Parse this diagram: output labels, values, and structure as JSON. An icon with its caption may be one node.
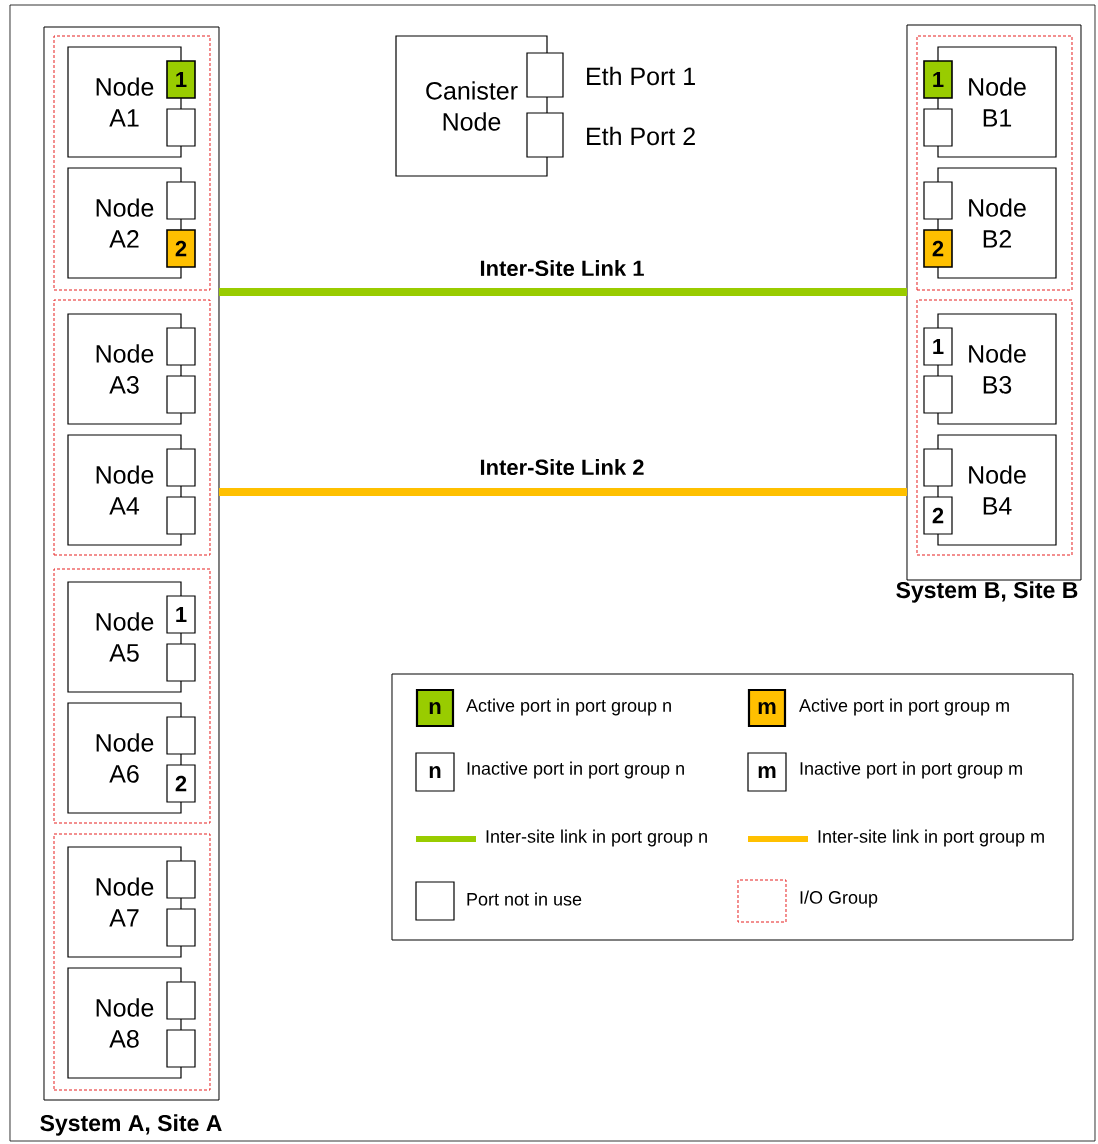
{
  "diagram": {
    "nodes": [
      {
        "text": [
          "System A, Site A"
        ]
      },
      {
        "text": [],
        "shape": "box",
        "in": 0
      },
      {
        "text": [
          "Node A1"
        ],
        "in": 1
      },
      {
        "text": [
          "1"
        ],
        "in": 1
      },
      {
        "text": [],
        "shape": "box",
        "in": 1
      },
      {
        "text": [
          "Node A2"
        ],
        "in": 1
      },
      {
        "text": [],
        "shape": "box",
        "in": 1
      },
      {
        "text": [
          "2"
        ],
        "in": 1
      },
      {
        "text": [],
        "shape": "box",
        "in": 0
      },
      {
        "text": [
          "Node A3"
        ],
        "in": 8
      },
      {
        "text": [],
        "shape": "box",
        "in": 8
      },
      {
        "text": [],
        "shape": "box",
        "in": 8
      },
      {
        "text": [
          "Node A4"
        ],
        "in": 8
      },
      {
        "text": [],
        "shape": "box",
        "in": 8
      },
      {
        "text": [],
        "shape": "box",
        "in": 8
      },
      {
        "text": [],
        "shape": "box",
        "in": 0
      },
      {
        "text": [
          "Node A5"
        ],
        "in": 15
      },
      {
        "text": [
          "1"
        ],
        "in": 15
      },
      {
        "text": [],
        "shape": "box",
        "in": 15
      },
      {
        "text": [
          "Node A6"
        ],
        "in": 15
      },
      {
        "text": [],
        "shape": "box",
        "in": 15
      },
      {
        "text": [
          "2"
        ],
        "in": 15
      },
      {
        "text": [],
        "shape": "box",
        "in": 0
      },
      {
        "text": [
          "Node A7"
        ],
        "in": 22
      },
      {
        "text": [],
        "shape": "box",
        "in": 22
      },
      {
        "text": [],
        "shape": "box",
        "in": 22
      },
      {
        "text": [
          "Node A8"
        ],
        "in": 22
      },
      {
        "text": [],
        "shape": "box",
        "in": 22
      },
      {
        "text": [],
        "shape": "box",
        "in": 22
      },
      {
        "text": [
          "Canister Node"
        ]
      },
      {
        "text": [],
        "shape": "box",
        "beside": [
          "Eth Port 1"
        ]
      },
      {
        "text": [],
        "shape": "box",
        "beside": [
          "Eth Port 2"
        ]
      },
      {
        "text": [
          "System B, Site B"
        ]
      },
      {
        "text": [],
        "shape": "box",
        "in": 32
      },
      {
        "text": [
          "Node B1"
        ],
        "in": 33
      },
      {
        "text": [
          "1"
        ],
        "in": 33
      },
      {
        "text": [],
        "shape": "box",
        "in": 33
      },
      {
        "text": [
          "Node B2"
        ],
        "in": 33
      },
      {
        "text": [],
        "shape": "box",
        "in": 33
      },
      {
        "text": [
          "2"
        ],
        "in": 33
      },
      {
        "text": [],
        "shape": "box",
        "in": 32
      },
      {
        "text": [
          "Node B3"
        ],
        "in": 40
      },
      {
        "text": [
          "1"
        ],
        "in": 40
      },
      {
        "text": [],
        "shape": "box",
        "in": 40
      },
      {
        "text": [
          "Node B4"
        ],
        "in": 40
      },
      {
        "text": [],
        "shape": "box",
        "in": 40
      },
      {
        "text": [
          "2"
        ],
        "in": 40
      }
    ],
    "edges": [
      {
        "from": 0,
        "to": 32,
        "arrow": "none",
        "label": "Inter-Site Link 1",
        "color": "#99cc00"
      },
      {
        "from": 0,
        "to": 32,
        "arrow": "none",
        "label": "Inter-Site Link 2",
        "color": "#ffc000"
      }
    ],
    "labels": [
      "n",
      "m",
      "n",
      "m"
    ],
    "legend": [
      {
        "text": "Active port in port group n",
        "color": "#99cc00"
      },
      {
        "text": "Active port in port group m",
        "color": "#ffc000"
      },
      {
        "text": "Inactive port in port group n"
      },
      {
        "text": "Inactive port in port group m"
      },
      {
        "text": "Inter-site link in port group n"
      },
      {
        "text": "Inter-site link in port group m"
      },
      {
        "text": "Port not in use"
      },
      {
        "text": "I/O Group"
      }
    ]
  }
}
